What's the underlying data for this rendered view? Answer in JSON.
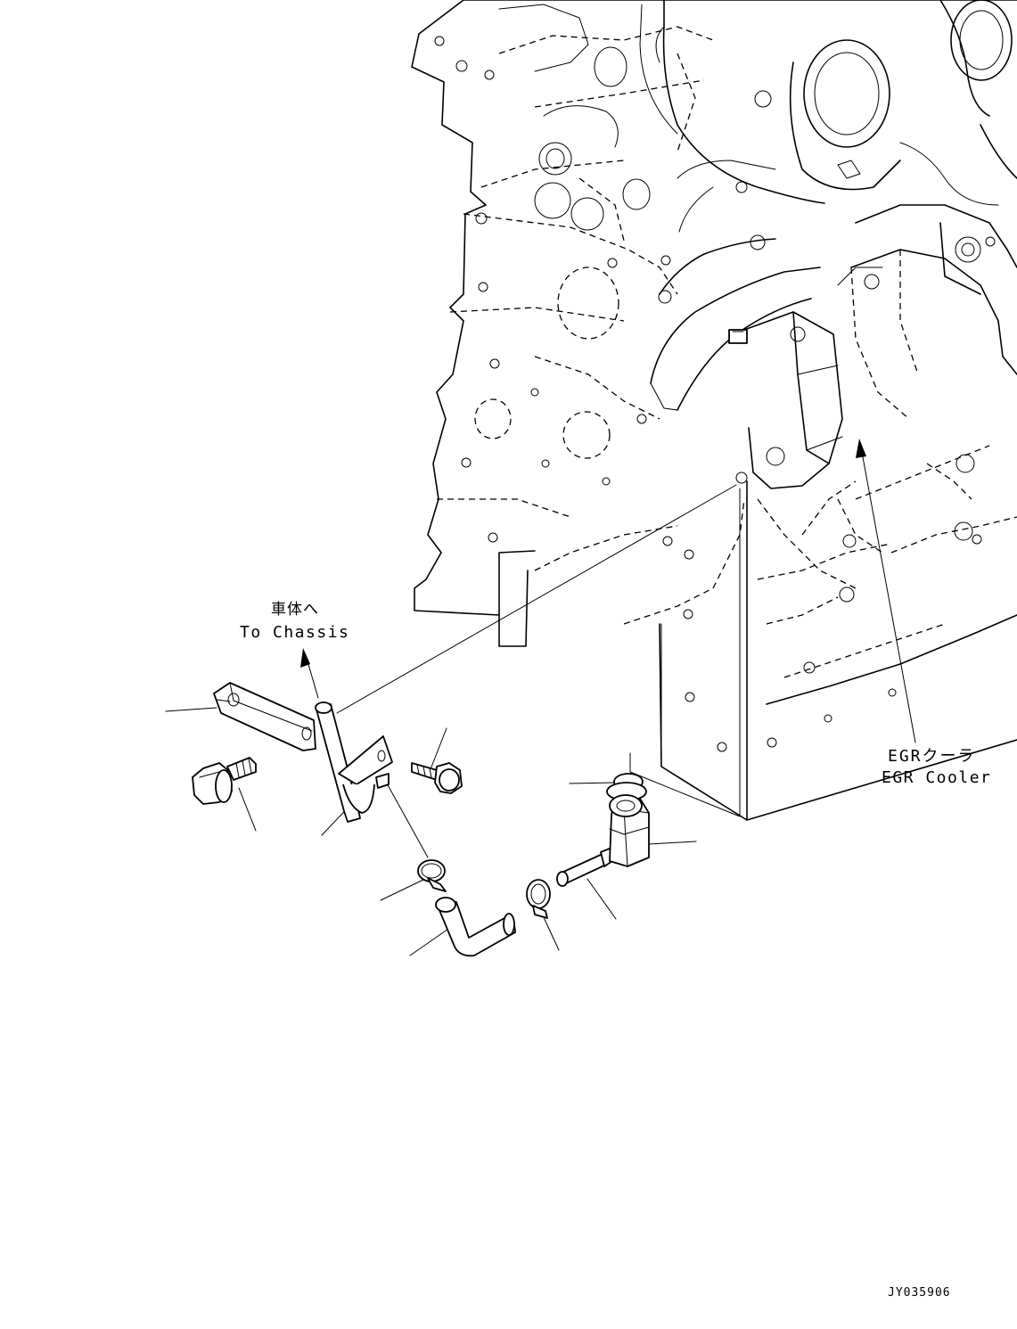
{
  "labels": {
    "to_chassis_jp": "車体へ",
    "to_chassis_en": "To Chassis",
    "egr_cooler_jp": "EGRクーラ",
    "egr_cooler_en": "EGR Cooler",
    "drawing_code": "JY035906"
  }
}
